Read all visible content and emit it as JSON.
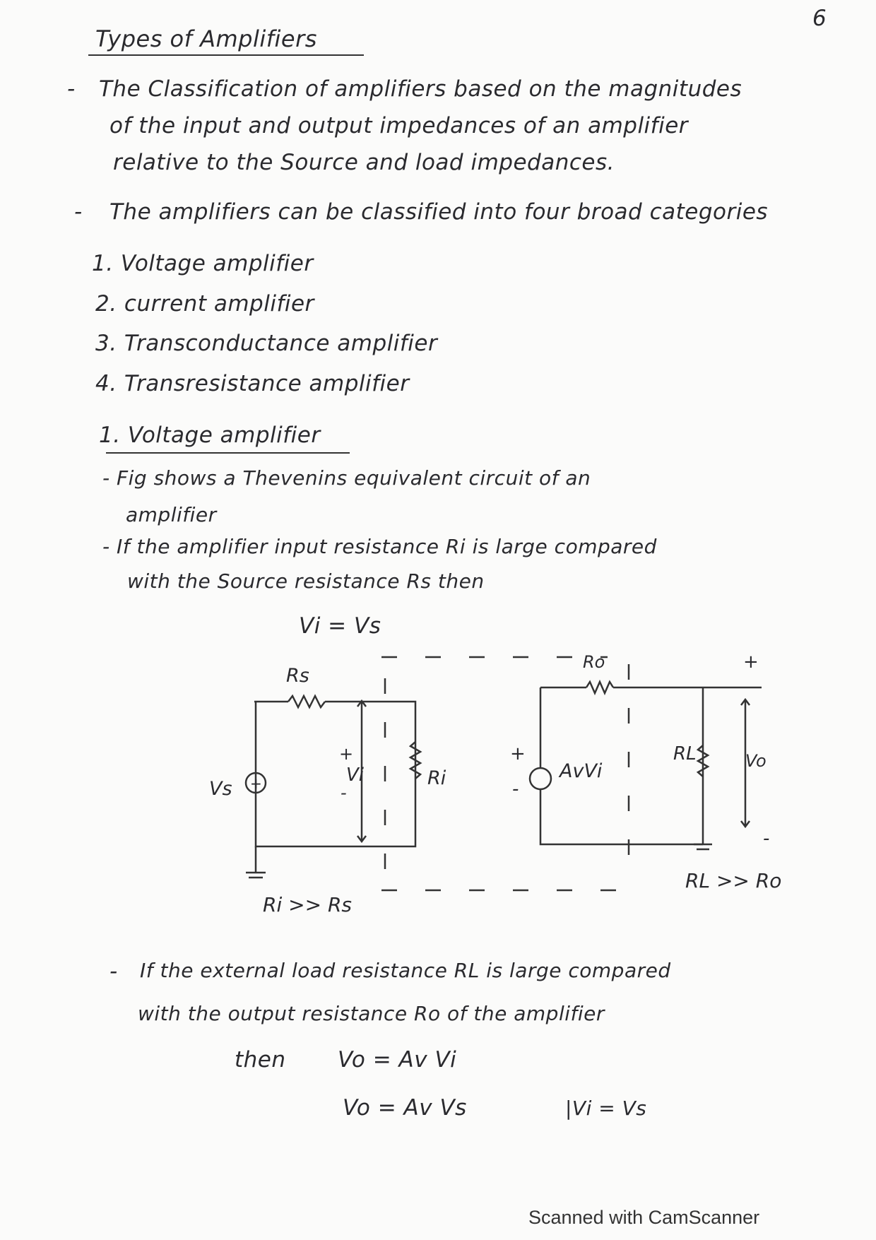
{
  "page_number": "6",
  "title": "Types of Amplifiers",
  "intro": {
    "bullet1_lines": [
      "The Classification of amplifiers based on the magnitudes",
      "of the input and output impedances of an amplifier",
      "relative to the Source and load impedances."
    ],
    "bullet2": "The amplifiers can be classified into four broad categories"
  },
  "list": [
    "1. Voltage amplifier",
    "2. current amplifier",
    "3. Transconductance amplifier",
    "4. Transresistance amplifier"
  ],
  "section": {
    "heading": "1. Voltage amplifier",
    "bullet1_lines": [
      "- Fig shows a Thevenins equivalent circuit of an",
      "amplifier"
    ],
    "bullet2_lines": [
      "- If the amplifier input resistance Ri is large compared",
      "with the Source resistance Rs then"
    ],
    "equation1": "Vi = Vs"
  },
  "circuit": {
    "rs": "Rs",
    "ro": "Ro",
    "vs": "Vs",
    "vi": "Vi",
    "ri": "Ri",
    "avvi": "AvVi",
    "rl": "RL",
    "vo": "Vo",
    "plus": "+",
    "minus": "-",
    "cond_left": "Ri >> Rs",
    "cond_right": "RL >> Ro"
  },
  "conclusion": {
    "lines": [
      "If the external load resistance RL is large compared",
      "with the output resistance Ro of the amplifier"
    ],
    "then": "then",
    "eq1": "Vo = Av Vi",
    "eq2": "Vo = Av Vs",
    "eq3": "|Vi = Vs"
  },
  "footer": "Scanned with CamScanner"
}
